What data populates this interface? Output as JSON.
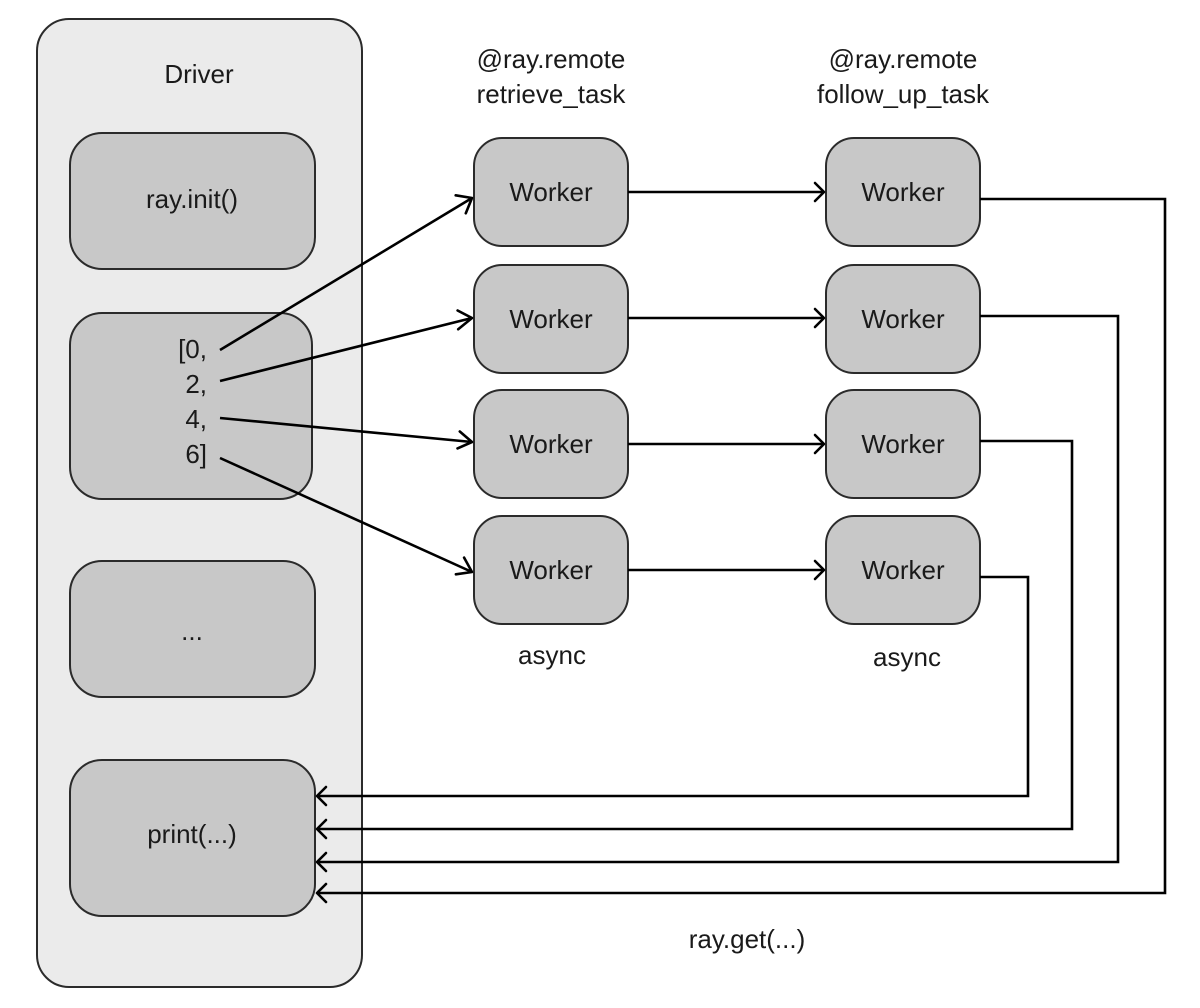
{
  "driver": {
    "title": "Driver",
    "blocks": {
      "init": "ray.init()",
      "list": [
        "[0,",
        "2,",
        "4,",
        "6]"
      ],
      "ellipsis": "...",
      "print": "print(...)"
    }
  },
  "columns": {
    "retrieve": {
      "decorator": "@ray.remote",
      "function": "retrieve_task",
      "footer": "async"
    },
    "follow_up": {
      "decorator": "@ray.remote",
      "function": "follow_up_task",
      "footer": "async"
    }
  },
  "worker_label": "Worker",
  "return_label": "ray.get(...)",
  "colors": {
    "driver_panel": "#ebebeb",
    "block_fill": "#c8c8c8",
    "stroke": "#2b2b2b",
    "arrow": "#000000"
  }
}
